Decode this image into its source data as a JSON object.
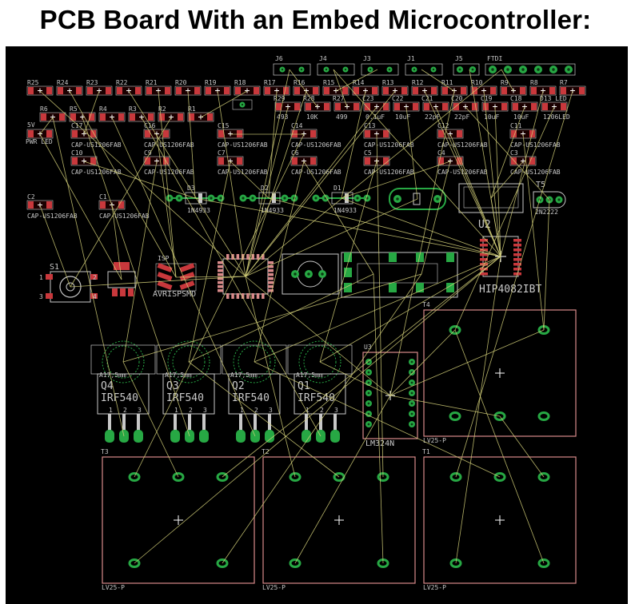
{
  "title": "PCB Board With an Embed Microcontroller:",
  "colors": {
    "background": "#000000",
    "pad_red": "#c8383c",
    "pad_green": "#27a844",
    "airwire": "#d6d27a",
    "outline": "#c8c8c8",
    "silk_pink": "#d88a8a"
  },
  "headers_top": [
    "J6",
    "J4",
    "J3",
    "J1",
    "J5",
    "FTDI"
  ],
  "resistors_row1": [
    "R25",
    "R24",
    "R23",
    "R22",
    "R21",
    "R20",
    "R19",
    "R18",
    "R17",
    "R16",
    "R15",
    "R14",
    "R13",
    "R12",
    "R11",
    "R10",
    "R9",
    "R8",
    "R7"
  ],
  "resistors_row2": [
    "R6",
    "R5",
    "R4",
    "R3",
    "R2",
    "R1"
  ],
  "values_row2": [
    "493",
    "10K",
    "499",
    "0.1uF",
    "10uF",
    "22pF",
    "22pF",
    "10uF",
    "10uF",
    "1206LED"
  ],
  "value_names_row2": [
    "R29",
    "R28",
    "R27",
    "C23",
    "C22",
    "C21",
    "C20",
    "C19",
    "C18",
    "D13 LED"
  ],
  "led_left": {
    "name": "5V",
    "value": "PWR LED"
  },
  "caps_row3": [
    {
      "name": "C17",
      "value": "CAP-US1206FAB"
    },
    {
      "name": "C16",
      "value": "CAP-US1206FAB"
    },
    {
      "name": "C15",
      "value": "CAP-US1206FAB"
    },
    {
      "name": "C14",
      "value": "CAP-US1206FAB"
    },
    {
      "name": "C13",
      "value": "CAP-US1206FAB"
    },
    {
      "name": "C12",
      "value": "CAP-US1206FAB"
    },
    {
      "name": "C11",
      "value": "CAP-US1206FAB"
    }
  ],
  "caps_row4": [
    {
      "name": "C10",
      "value": "CAP-US1206FAB"
    },
    {
      "name": "C9",
      "value": "CAP-US1206FAB"
    },
    {
      "name": "C7",
      "value": "CAP-US1206FAB"
    },
    {
      "name": "C6",
      "value": "CAP-US1206FAB"
    },
    {
      "name": "C5",
      "value": "CAP-US1206FAB"
    },
    {
      "name": "C4",
      "value": "CAP-US1206FAB"
    },
    {
      "name": "C3",
      "value": "CAP-US1206FAB"
    }
  ],
  "caps_row5": [
    {
      "name": "C2",
      "value": "CAP-US1206FAB"
    },
    {
      "name": "C1",
      "value": "CAP-US1206FAB"
    }
  ],
  "diodes": [
    {
      "name": "D3",
      "value": "1N4933"
    },
    {
      "name": "D2",
      "value": "1N4933"
    },
    {
      "name": "D1",
      "value": "1N4933"
    }
  ],
  "transistor_small": {
    "name": "T5",
    "value": "2N2222"
  },
  "driver_ic": {
    "name": "U2",
    "value": "HIP4082IBT"
  },
  "switch": {
    "name": "S1",
    "pins": [
      "1",
      "2",
      "3",
      "4"
    ]
  },
  "isp": {
    "name": "ISP",
    "value": "AVRISPSMD"
  },
  "mosfets": [
    {
      "name": "Q4",
      "value": "IRF540",
      "pkg": "A17,5mm",
      "pins": [
        "1",
        "2",
        "3"
      ]
    },
    {
      "name": "Q3",
      "value": "IRF540",
      "pkg": "A17,5mm",
      "pins": [
        "1",
        "2",
        "3"
      ]
    },
    {
      "name": "Q2",
      "value": "IRF540",
      "pkg": "A17,5mm",
      "pins": [
        "1",
        "2",
        "3"
      ]
    },
    {
      "name": "Q1",
      "value": "IRF540",
      "pkg": "A17,5mm",
      "pins": [
        "1",
        "2",
        "3"
      ]
    }
  ],
  "opamp": {
    "name": "U3",
    "value": "LM324N"
  },
  "transformers": [
    {
      "name": "T4",
      "value": "LV25-P"
    },
    {
      "name": "T3",
      "value": "LV25-P"
    },
    {
      "name": "T2",
      "value": "LV25-P"
    },
    {
      "name": "T1",
      "value": "LV25-P"
    }
  ]
}
